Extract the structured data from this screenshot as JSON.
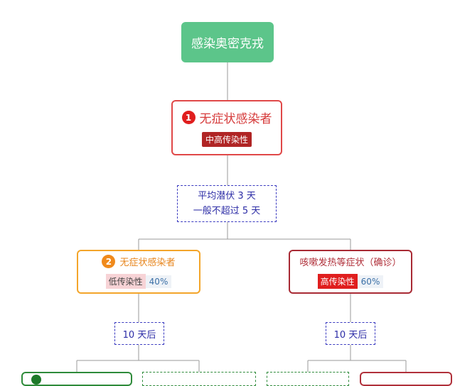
{
  "root": {
    "label": "感染奥密克戎"
  },
  "node1": {
    "number": "1",
    "title": "无症状感染者",
    "tag": "中高传染性"
  },
  "latency": {
    "line1": "平均潜伏 3 天",
    "line2": "一般不超过 5 天"
  },
  "node2": {
    "number": "2",
    "title": "无症状感染者",
    "tag": "低传染性",
    "percent": "40%"
  },
  "node3": {
    "title": "咳嗽发热等症状（确诊）",
    "tag": "高传染性",
    "percent": "60%"
  },
  "after_left": {
    "label": "10 天后"
  },
  "after_right": {
    "label": "10 天后"
  },
  "colors": {
    "root_green": "#5cc58a",
    "node1_border": "#e04848",
    "node2_border": "#f3a52a",
    "node3_border": "#a82a34",
    "dashed_blue": "#3a3ac0",
    "line_gray": "#9a9a9a"
  }
}
